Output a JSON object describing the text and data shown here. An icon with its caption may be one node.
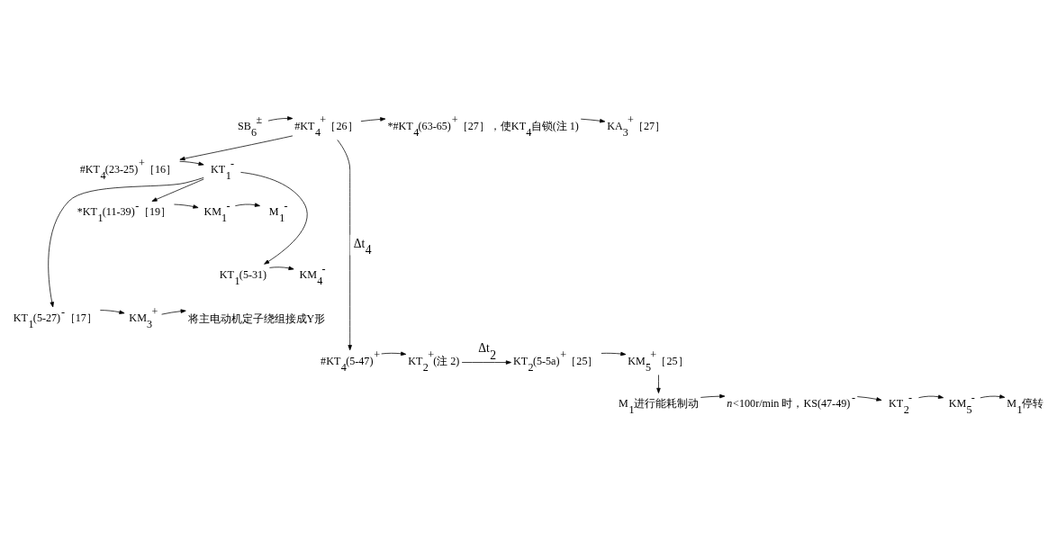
{
  "diagram": {
    "nodes": [
      {
        "text": [
          "SB$_{6}$$^{±}$"
        ]
      },
      {
        "text": [
          "#KT$_{4}$$^{+}$［26］"
        ]
      },
      {
        "text": [
          "*#KT$_{4}$(63-65)$^{+}$［27］，使KT$_{4}$自锁(注 1)"
        ]
      },
      {
        "text": [
          "KA$_{3}$$^{+}$［27］"
        ]
      },
      {
        "text": [
          "#KT$_{4}$(23-25)$^{+}$［16］"
        ]
      },
      {
        "text": [
          "KT$_{1}$$^{-}$"
        ]
      },
      {
        "text": [
          "*KT$_{1}$(11-39)$^{-}$［19］"
        ]
      },
      {
        "text": [
          "KM$_{1}$$^{-}$"
        ]
      },
      {
        "text": [
          "M$_{1}$$^{-}$"
        ]
      },
      {
        "text": [
          "KT$_{1}$(5-31)"
        ]
      },
      {
        "text": [
          "KM$_{4}$$^{-}$"
        ]
      },
      {
        "text": [
          "KT$_{1}$(5-27)$^{-}$［17］"
        ]
      },
      {
        "text": [
          "KM$_{3}$$^{+}$"
        ]
      },
      {
        "text": [
          "将主电动机定子绕组接成Y形"
        ]
      },
      {
        "text": [
          "#KT$_{4}$(5-47)$^{+}$"
        ]
      },
      {
        "text": [
          "KT$_{2}$$^{+}$(注 2)"
        ]
      },
      {
        "text": [
          "KT$_{2}$(5-5a)$^{+}$［25］"
        ]
      },
      {
        "text": [
          "KM$_{5}$$^{+}$［25］"
        ]
      },
      {
        "text": [
          "M$_{1}$进行能耗制动"
        ]
      },
      {
        "text": [
          "*n*<100r/min 时，KS(47-49)$^{-}$"
        ]
      },
      {
        "text": [
          "KT$_{2}$$^{-}$"
        ]
      },
      {
        "text": [
          "KM$_{5}$$^{-}$"
        ]
      },
      {
        "text": [
          "M$_{1}$停转"
        ]
      }
    ],
    "edges": [
      {
        "from": 0,
        "to": 1,
        "arrow": "to"
      },
      {
        "from": 1,
        "to": 2,
        "arrow": "to"
      },
      {
        "from": 1,
        "to": 4,
        "arrow": "to"
      },
      {
        "from": 1,
        "to": 14,
        "arrow": "to",
        "label": "Δt$_{4}$"
      },
      {
        "from": 2,
        "to": 3,
        "arrow": "to"
      },
      {
        "from": 4,
        "to": 5,
        "arrow": "to"
      },
      {
        "from": 5,
        "to": 6,
        "arrow": "to"
      },
      {
        "from": 5,
        "to": 9,
        "arrow": "to"
      },
      {
        "from": 5,
        "to": 11,
        "arrow": "to"
      },
      {
        "from": 6,
        "to": 7,
        "arrow": "to"
      },
      {
        "from": 7,
        "to": 8,
        "arrow": "to"
      },
      {
        "from": 9,
        "to": 10,
        "arrow": "to"
      },
      {
        "from": 11,
        "to": 12,
        "arrow": "to"
      },
      {
        "from": 12,
        "to": 13,
        "arrow": "to"
      },
      {
        "from": 14,
        "to": 15,
        "arrow": "to"
      },
      {
        "from": 15,
        "to": 16,
        "arrow": "to",
        "label": "Δt$_{2}$"
      },
      {
        "from": 16,
        "to": 17,
        "arrow": "to"
      },
      {
        "from": 17,
        "to": 18,
        "arrow": "to"
      },
      {
        "from": 18,
        "to": 19,
        "arrow": "to"
      },
      {
        "from": 19,
        "to": 20,
        "arrow": "to"
      },
      {
        "from": 20,
        "to": 21,
        "arrow": "to"
      },
      {
        "from": 21,
        "to": 22,
        "arrow": "to"
      }
    ]
  }
}
